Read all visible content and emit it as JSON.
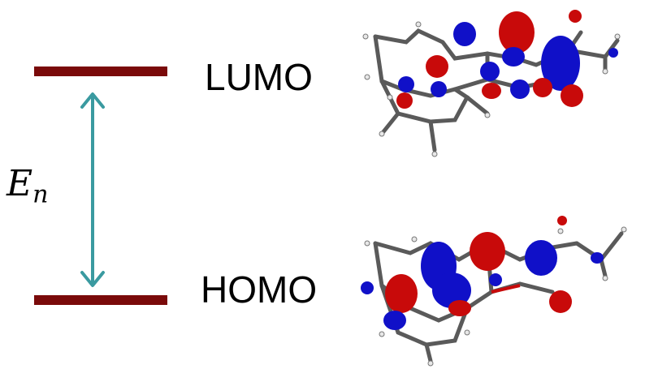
{
  "levels": {
    "lumo_label": "LUMO",
    "homo_label": "HOMO",
    "gap_symbol": "E",
    "gap_subscript": "n"
  },
  "colors": {
    "level_bar": "#7a0a0a",
    "arrow": "#3a9aa0",
    "orbital_positive": "#1010c8",
    "orbital_negative": "#c80a0a",
    "bond": "#555555"
  }
}
